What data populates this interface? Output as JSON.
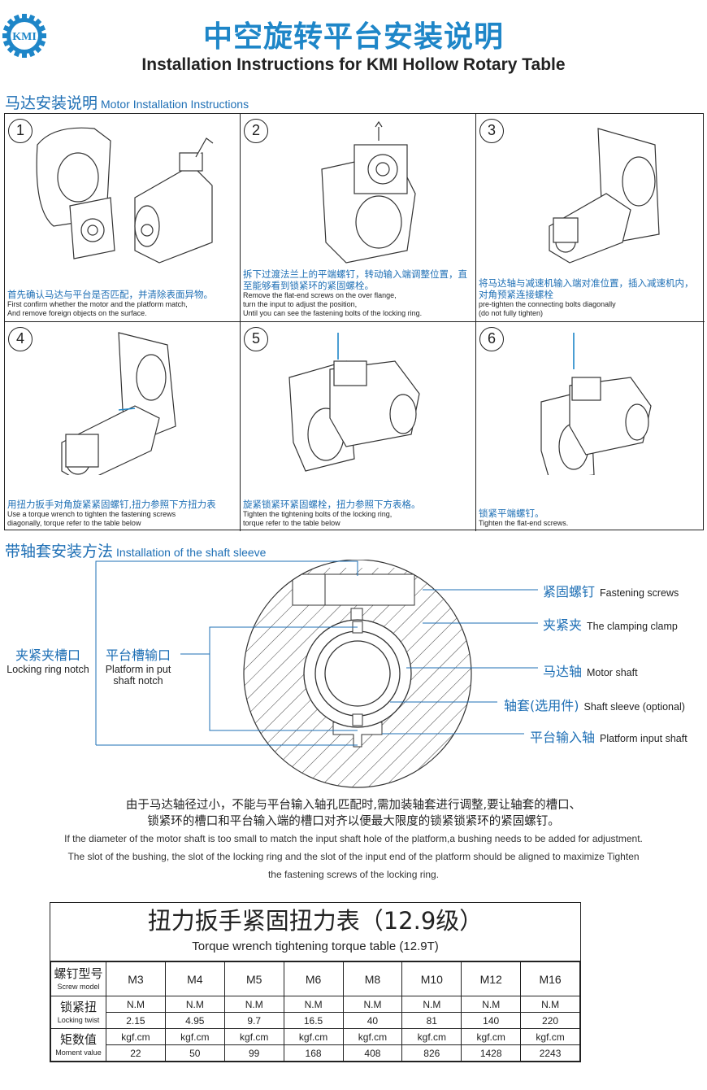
{
  "header": {
    "logo_text": "KMI",
    "title_cn": "中空旋转平台安装说明",
    "title_en": "Installation Instructions for KMI Hollow Rotary Table"
  },
  "motor_section": {
    "title_cn": "马达安装说明",
    "title_en": "Motor Installation Instructions",
    "steps": [
      {
        "num": "1",
        "cn": "首先确认马达与平台是否匹配，并清除表面异物。",
        "en": [
          "First confirm whether the motor and the platform match,",
          "And remove foreign objects on the surface."
        ]
      },
      {
        "num": "2",
        "cn": "拆下过渡法兰上的平端螺钉，转动输入端调整位置，直至能够看到锁紧环的紧固螺栓。",
        "en": [
          "Remove the flat-end screws on the over flange,",
          "turn the input to adjust the position,",
          "Until you can see the fastening bolts of the locking ring."
        ]
      },
      {
        "num": "3",
        "cn": "将马达轴与减速机输入端对准位置，插入减速机内，对角预紧连接螺栓",
        "en": [
          "pre-tighten the connecting bolts diagonally",
          "(do not fully tighten)"
        ]
      },
      {
        "num": "4",
        "cn": "用扭力扳手对角旋紧紧固螺钉,扭力参照下方扭力表",
        "en": [
          "Use a torque wrench to tighten the fastening screws",
          "diagonally, torque refer to the table below"
        ]
      },
      {
        "num": "5",
        "cn": "旋紧锁紧环紧固螺栓，扭力参照下方表格。",
        "en": [
          "Tighten the tightening bolts of the locking ring,",
          "torque refer to the table below"
        ]
      },
      {
        "num": "6",
        "cn": "锁紧平端螺钉。",
        "en": [
          "Tighten the flat-end screws."
        ]
      }
    ]
  },
  "sleeve_section": {
    "title_cn": "带轴套安装方法",
    "title_en": "Installation of the shaft sleeve",
    "labels": {
      "fastening": {
        "cn": "紧固螺钉",
        "en": "Fastening screws"
      },
      "clamp": {
        "cn": "夹紧夹",
        "en": "The clamping clamp"
      },
      "motor_shaft": {
        "cn": "马达轴",
        "en": "Motor shaft"
      },
      "sleeve": {
        "cn": "轴套(选用件)",
        "en": "Shaft sleeve (optional)"
      },
      "input_shaft": {
        "cn": "平台输入轴",
        "en": "Platform input shaft"
      },
      "notch": {
        "cn": "夹紧夹槽口",
        "en": "Locking ring notch"
      },
      "platform_notch": {
        "cn": "平台槽输口",
        "en": "Platform in put",
        "en2": "shaft notch"
      }
    },
    "explain_cn": [
      "由于马达轴径过小，不能与平台输入轴孔匹配时,需加装轴套进行调整,要让轴套的槽口、",
      "锁紧环的槽口和平台输入端的槽口对齐以便最大限度的锁紧锁紧环的紧固螺钉。"
    ],
    "explain_en": [
      "If the diameter of the motor shaft is too small to match the input shaft hole of the platform,a bushing needs to be added for adjustment.",
      "The slot of the bushing, the slot of the locking ring and the slot of the input end of the platform should be aligned to maximize Tighten",
      "the fastening screws of the locking ring."
    ]
  },
  "torque_table": {
    "title_cn": "扭力扳手紧固扭力表（12.9级）",
    "title_en": "Torque wrench tightening torque table (12.9T)",
    "model_label_cn": "螺钉型号",
    "model_label_en": "Screw model",
    "twist_label_cn": "锁紧扭",
    "twist_label_en": "Locking twist",
    "moment_label_cn": "矩数值",
    "moment_label_en": "Moment value",
    "models": [
      "M3",
      "M4",
      "M5",
      "M6",
      "M8",
      "M10",
      "M12",
      "M16"
    ],
    "unit_nm": "N.M",
    "values_nm": [
      "2.15",
      "4.95",
      "9.7",
      "16.5",
      "40",
      "81",
      "140",
      "220"
    ],
    "unit_kgf": "kgf.cm",
    "values_kgf": [
      "22",
      "50",
      "99",
      "168",
      "408",
      "826",
      "1428",
      "2243"
    ]
  }
}
